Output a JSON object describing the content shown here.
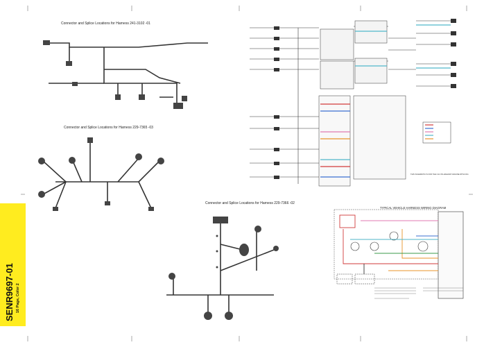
{
  "sidebar": {
    "doc_number": "SENR9697-01",
    "subtitle": "16 Page, Color 2",
    "color": "#ffec1f"
  },
  "titles": {
    "harness_1": "Connector and Splice Locations for Harness 241-3102 -01",
    "harness_2": "Connector and Splice Locations for Harness 229-7365 -03",
    "harness_3": "Connector and Splice Locations for Harness 229-7366 -02",
    "vehicle": "TYPICAL VEHICLE HARNESS WIRING DIAGRAM"
  },
  "notes": {
    "right_note": "THIS SCHEMATIC IS FOR THE C11 ON-HIGHWAY ENGINE WITH NOx"
  },
  "colors": {
    "wire": "#333333",
    "red": "#d23a3a",
    "blue": "#3a6fd2",
    "orange": "#e8932a",
    "pink": "#e07ab0",
    "cyan": "#4fb6c9",
    "green": "#3a9a4a",
    "yellow": "#ffec1f"
  }
}
